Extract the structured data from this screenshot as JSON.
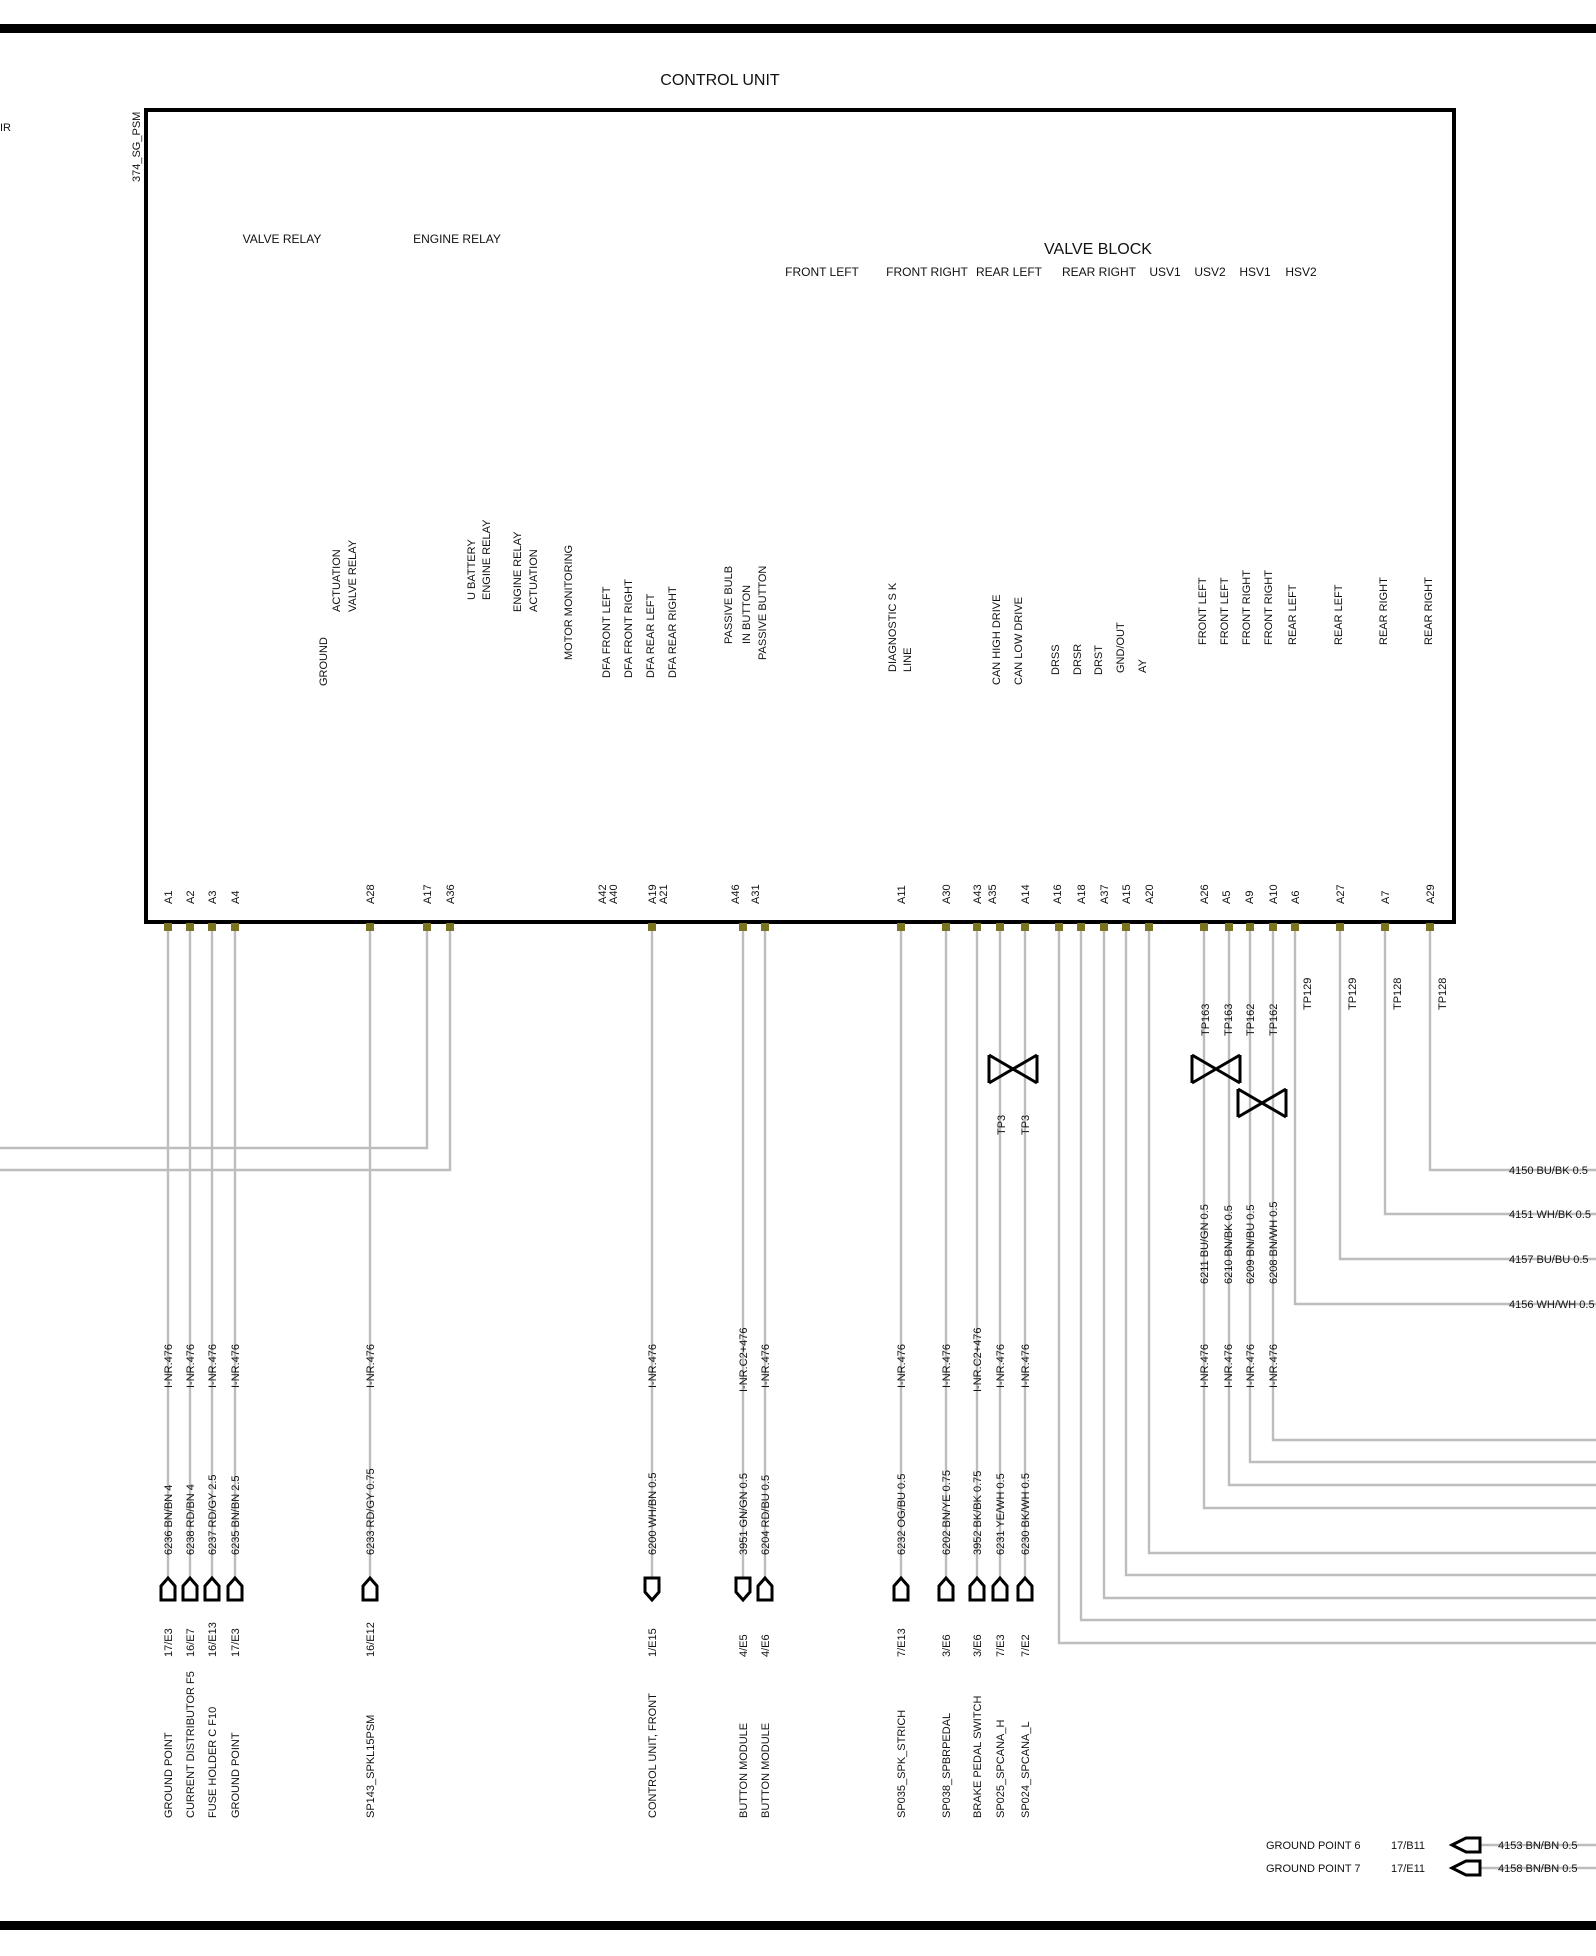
{
  "title": "CONTROL UNIT",
  "unit_code": "374_SG_PSM",
  "edge_text": "IR",
  "group_labels": [
    "VALVE RELAY",
    "ENGINE RELAY",
    "VALVE BLOCK",
    "FRONT LEFT",
    "FRONT RIGHT",
    "REAR LEFT",
    "REAR RIGHT",
    "USV1",
    "USV2",
    "HSV1",
    "HSV2"
  ],
  "function_labels": [
    [
      "GROUND"
    ],
    [
      "ACTUATION",
      "VALVE RELAY"
    ],
    [
      "U BATTERY",
      "ENGINE RELAY"
    ],
    [
      "ENGINE RELAY",
      "ACTUATION"
    ],
    [
      "MOTOR MONITORING"
    ],
    [
      "DFA FRONT LEFT"
    ],
    [
      "DFA FRONT RIGHT"
    ],
    [
      "DFA REAR LEFT"
    ],
    [
      "DFA REAR RIGHT"
    ],
    [
      "PASSIVE  BULB"
    ],
    [
      "IN   BUTTON"
    ],
    [
      "PASSIVE BUTTON"
    ],
    [
      "DIAGNOSTIC S K",
      "LINE"
    ],
    [
      "CAN HIGH    DRIVE"
    ],
    [
      "CAN LOW    DRIVE"
    ],
    [
      "DRSS"
    ],
    [
      "DRSR"
    ],
    [
      "DRST"
    ],
    [
      "GND/OUT",
      "AY"
    ],
    [
      "FRONT LEFT"
    ],
    [
      "FRONT LEFT"
    ],
    [
      "FRONT RIGHT"
    ],
    [
      "FRONT RIGHT"
    ],
    [
      "REAR LEFT"
    ],
    [
      "REAR LEFT"
    ],
    [
      "REAR RIGHT"
    ],
    [
      "REAR RIGHT"
    ]
  ],
  "pins": [
    "A1",
    "A2",
    "A3",
    "A4",
    "A28",
    "A17",
    "A36",
    "A42",
    "A40",
    "A19",
    "A21",
    "A46",
    "A31",
    "A11",
    "A30",
    "A43",
    "A35",
    "A14",
    "A16",
    "A18",
    "A37",
    "A15",
    "A20",
    "A26",
    "A5",
    "A9",
    "A10",
    "A6",
    "A27",
    "A7",
    "A29"
  ],
  "test_points": [
    "TP163",
    "TP163",
    "TP162",
    "TP162",
    "TP129",
    "TP129",
    "TP128",
    "TP128",
    "TP3",
    "TP3"
  ],
  "harness": [
    "I-NR.476",
    "I-NR.476",
    "I-NR.476",
    "I-NR.476",
    "I-NR.476",
    "I-NR.476",
    "I-NR.C2+476",
    "I-NR.476",
    "I-NR.476",
    "I-NR.476",
    "I-NR.C2+476",
    "I-NR.476",
    "I-NR.476",
    "I-NR.476",
    "I-NR.476",
    "I-NR.476",
    "I-NR.476",
    "I-NR.476"
  ],
  "bottom_wires": [
    "6236 BN/BN 4",
    "6238 RD/BN 4",
    "6237 RD/GY 2.5",
    "6235 BN/BN 2.5",
    "6233 RD/GY 0.75",
    "6200 WH/BN 0.5",
    "3951 GN/GN 0.5",
    "6204 RD/BU 0.5",
    "6232 OG/BU 0.5",
    "6202 BN/YE 0.75",
    "3952 BK/BK 0.75",
    "6231 YE/WH 0.5",
    "6230 BK/WH 0.5"
  ],
  "valve_wires": [
    "6211 BU/GN 0.5",
    "6210 BN/BK 0.5",
    "6209 BN/BU 0.5",
    "6208 BN/WH 0.5"
  ],
  "right_wires": [
    "4150 BU/BK 0.5",
    "4151 WH/BK 0.5",
    "4157 BU/BU 0.5",
    "4156 WH/WH 0.5"
  ],
  "coords": [
    "17/E3",
    "16/E7",
    "16/E13",
    "17/E3",
    "16/E12",
    "1/E15",
    "4/E5",
    "4/E6",
    "7/E13",
    "3/E6",
    "3/E6",
    "7/E3",
    "7/E2"
  ],
  "destinations": [
    [
      "GROUND POINT"
    ],
    [
      "CURRENT DISTRIBUTOR F5"
    ],
    [
      "FUSE HOLDER  C      F10"
    ],
    [
      "GROUND POINT"
    ],
    [
      "SP143_SPKL15PSM"
    ],
    [
      "CONTROL UNIT, FRONT"
    ],
    [
      "BUTTON   MODULE"
    ],
    [
      "BUTTON   MODULE"
    ],
    [
      "SP035_SPK_STRICH"
    ],
    [
      "SP038_SPBRPEDAL"
    ],
    [
      "BRAKE PEDAL      SWITCH"
    ],
    [
      "SP025_SPCANA_H"
    ],
    [
      "SP024_SPCANA_L"
    ]
  ],
  "ground_points": [
    {
      "label": "GROUND POINT 6",
      "coord": "17/B11",
      "wire": "4153 BN/BN 0.5"
    },
    {
      "label": "GROUND POINT 7",
      "coord": "17/E11",
      "wire": "4158 BN/BN 0.5"
    }
  ],
  "colors": {
    "frame": "#000000",
    "wire": "#bdbdbd",
    "pin": "#7a7320",
    "text": "#111111"
  }
}
